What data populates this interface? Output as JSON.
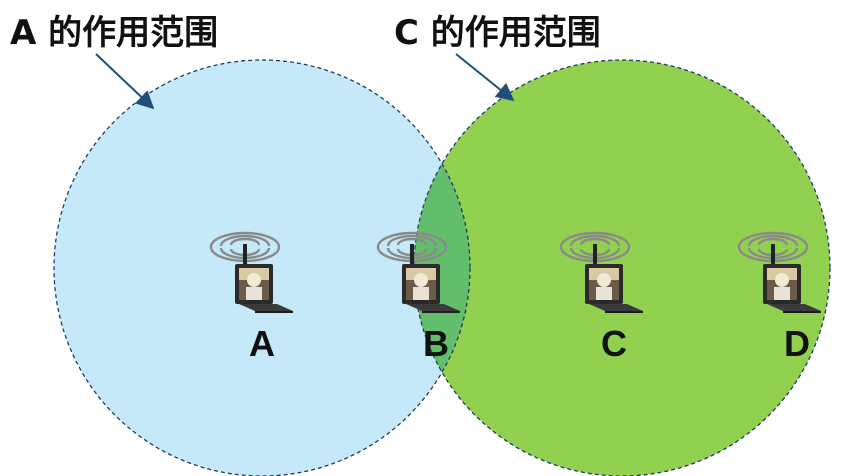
{
  "labels": {
    "range_a": "A 的作用范围",
    "range_c": "C 的作用范围"
  },
  "nodes": [
    {
      "id": "A",
      "label": "A",
      "icon": "wireless-laptop-icon"
    },
    {
      "id": "B",
      "label": "B",
      "icon": "wireless-laptop-icon"
    },
    {
      "id": "C",
      "label": "C",
      "icon": "wireless-laptop-icon"
    },
    {
      "id": "D",
      "label": "D",
      "icon": "wireless-laptop-icon"
    }
  ],
  "colors": {
    "range_a_fill": "#c5e9f8",
    "range_c_fill": "#92d050",
    "overlap_fill": "#63be6c",
    "border": "#1f3d63",
    "arrow": "#1f4e79",
    "text": "#111111"
  }
}
